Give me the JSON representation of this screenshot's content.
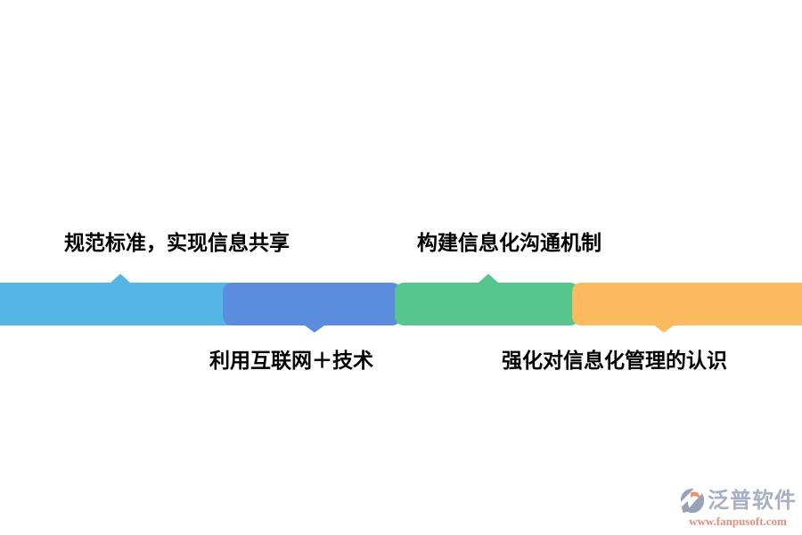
{
  "canvas": {
    "background": "#ffffff",
    "text_color": "#000000"
  },
  "timeline": {
    "type": "segmented-process-bar",
    "segments": [
      {
        "id": "seg-1",
        "label": "规范标准，实现信息共享",
        "label_position": "above",
        "color": "#55b6e6"
      },
      {
        "id": "seg-2",
        "label": "利用互联网＋技术",
        "label_position": "below",
        "color": "#5a8edd"
      },
      {
        "id": "seg-3",
        "label": "构建信息化沟通机制",
        "label_position": "above",
        "color": "#56c68d"
      },
      {
        "id": "seg-4",
        "label": "强化对信息化管理的认识",
        "label_position": "below",
        "color": "#fcba5f"
      }
    ]
  },
  "watermark": {
    "brand": "泛普软件",
    "url": "www.fanpusoft.com",
    "brand_color": "#a8afc4",
    "url_color": "#e08f7e",
    "icon": "fanpu-logo-icon",
    "icon_colors": {
      "gray": "#99a1b9",
      "accent": "#e88f6e"
    }
  }
}
